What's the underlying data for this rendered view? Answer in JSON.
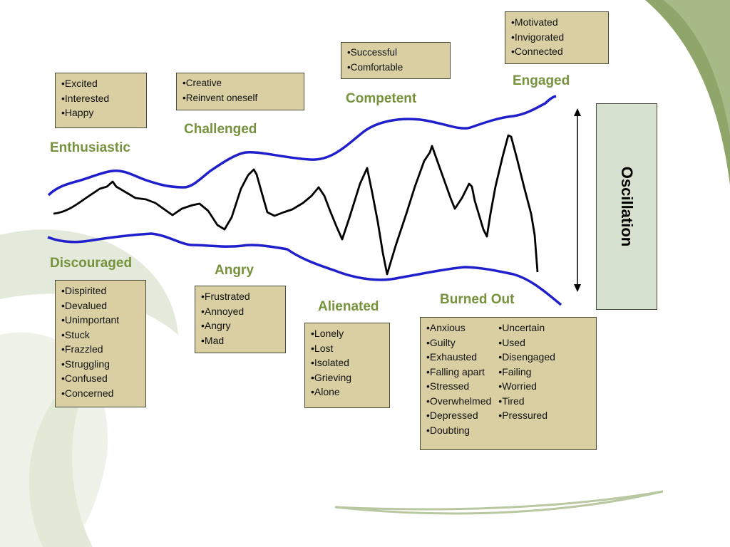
{
  "colors": {
    "heading_green": "#76923c",
    "box_fill": "#d9cfa3",
    "envelope_blue": "#1f1fcc",
    "oscillation_black": "#000000",
    "oscillation_panel": "#d7e1cf",
    "background_swoosh": "#8fa56a"
  },
  "upper_states": [
    {
      "heading": "Enthusiastic",
      "items": [
        "Excited",
        "Interested",
        "Happy"
      ]
    },
    {
      "heading": "Challenged",
      "items": [
        "Creative",
        "Reinvent oneself"
      ]
    },
    {
      "heading": "Competent",
      "items": [
        "Successful",
        "Comfortable"
      ]
    },
    {
      "heading": "Engaged",
      "items": [
        "Motivated",
        "Invigorated",
        "Connected"
      ]
    }
  ],
  "lower_states": [
    {
      "heading": "Discouraged",
      "items": [
        "Dispirited",
        "Devalued",
        "Unimportant",
        "Stuck",
        "Frazzled",
        "Struggling",
        "Confused",
        "Concerned"
      ]
    },
    {
      "heading": "Angry",
      "items": [
        "Frustrated",
        "Annoyed",
        "Angry",
        "Mad"
      ]
    },
    {
      "heading": "Alienated",
      "items": [
        "Lonely",
        "Lost",
        "Isolated",
        "Grieving",
        "Alone"
      ]
    },
    {
      "heading": "Burned Out",
      "items_col1": [
        "Anxious",
        "Guilty",
        "Exhausted",
        "Falling apart",
        "Stressed",
        "Overwhelmed",
        "Depressed",
        "Doubting"
      ],
      "items_col2": [
        "Uncertain",
        "Used",
        "Disengaged",
        "Failing",
        "Worried",
        "Tired",
        "Pressured"
      ]
    }
  ],
  "oscillation": {
    "label": "Oscillation"
  }
}
